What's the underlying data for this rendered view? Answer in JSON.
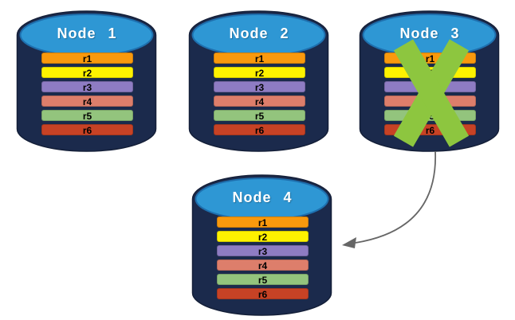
{
  "nodes": [
    {
      "label": "Node 1",
      "rows": [
        {
          "label": "r1",
          "color": "#F9990D"
        },
        {
          "label": "r2",
          "color": "#FDF200"
        },
        {
          "label": "r3",
          "color": "#8E7CC3"
        },
        {
          "label": "r4",
          "color": "#DD7E6B"
        },
        {
          "label": "r5",
          "color": "#93C47D"
        },
        {
          "label": "r6",
          "color": "#C74225"
        }
      ]
    },
    {
      "label": "Node 2",
      "rows": [
        {
          "label": "r1",
          "color": "#F9990D"
        },
        {
          "label": "r2",
          "color": "#FDF200"
        },
        {
          "label": "r3",
          "color": "#8E7CC3"
        },
        {
          "label": "r4",
          "color": "#DD7E6B"
        },
        {
          "label": "r5",
          "color": "#93C47D"
        },
        {
          "label": "r6",
          "color": "#C74225"
        }
      ]
    },
    {
      "label": "Node 3",
      "rows": [
        {
          "label": "r1",
          "color": "#F9990D"
        },
        {
          "label": "r2",
          "color": "#FDF200"
        },
        {
          "label": "r3",
          "color": "#8E7CC3"
        },
        {
          "label": "r4",
          "color": "#DD7E6B"
        },
        {
          "label": "r5",
          "color": "#93C47D"
        },
        {
          "label": "r6",
          "color": "#C74225"
        }
      ]
    },
    {
      "label": "Node 4",
      "rows": [
        {
          "label": "r1",
          "color": "#F9990D"
        },
        {
          "label": "r2",
          "color": "#FDF200"
        },
        {
          "label": "r3",
          "color": "#8E7CC3"
        },
        {
          "label": "r4",
          "color": "#DD7E6B"
        },
        {
          "label": "r5",
          "color": "#93C47D"
        },
        {
          "label": "r6",
          "color": "#C74225"
        }
      ]
    }
  ],
  "failure_x": {
    "node": "Node 3",
    "color": "#8DC63F"
  },
  "arrow": {
    "from": "Node 3",
    "to": "Node 4",
    "color": "#666666"
  },
  "colors": {
    "cylinder_body": "#1B2A4C",
    "cylinder_body_border": "#141F38",
    "cylinder_top": "#2E97D4",
    "cylinder_top_border": "#1E6FAE"
  }
}
